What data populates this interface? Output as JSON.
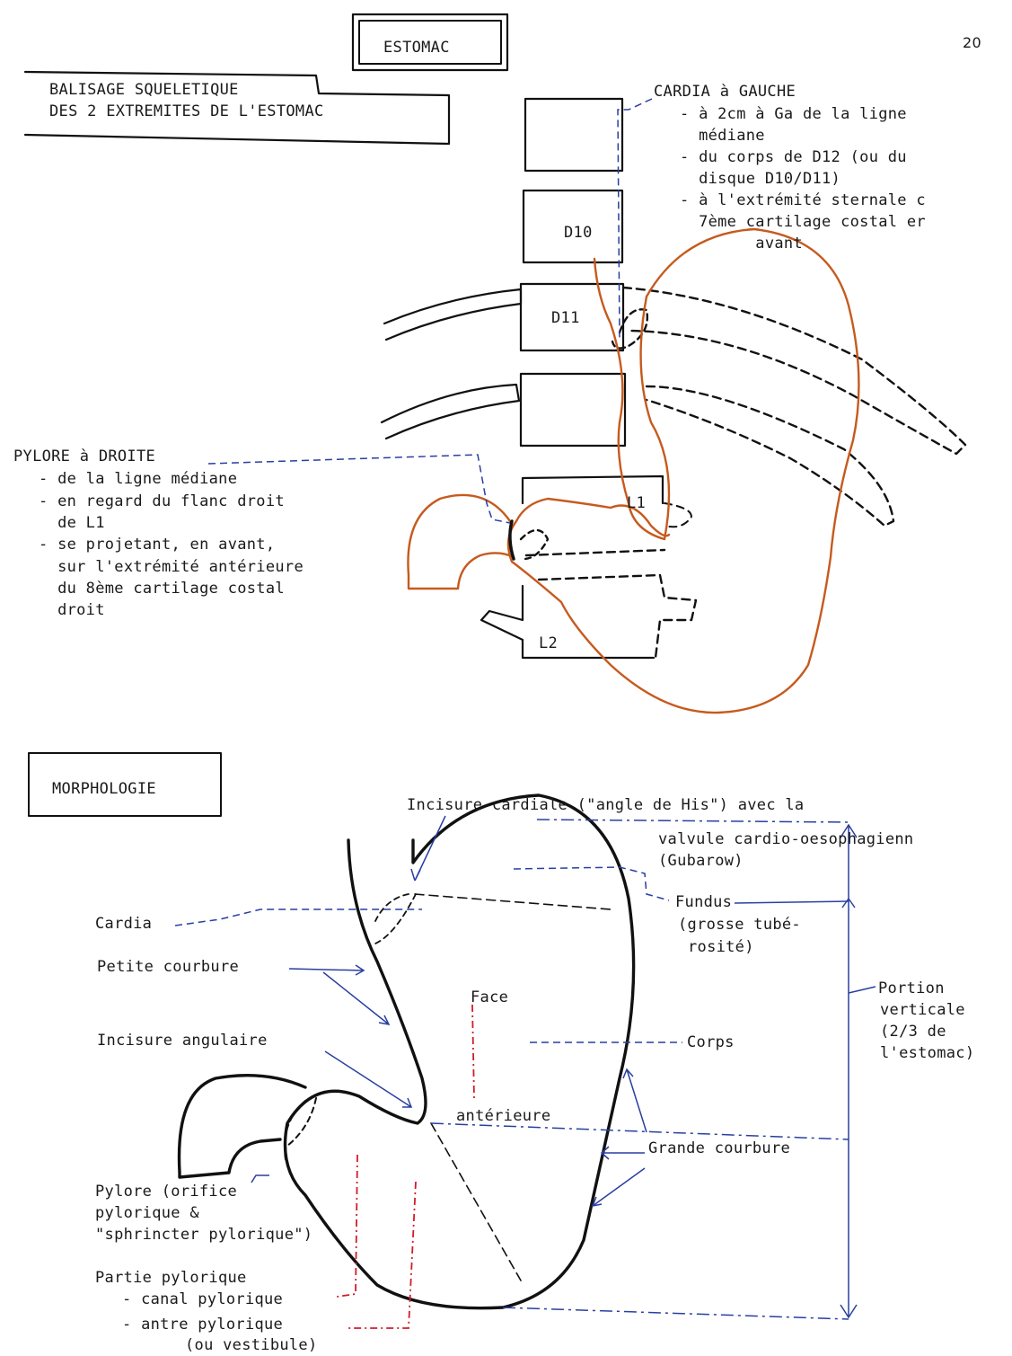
{
  "page_number": "20",
  "title": "ESTOMAC",
  "top_section": {
    "box_line1": "BALISAGE SQUELETIQUE",
    "box_line2": "DES 2 EXTREMITES DE L'ESTOMAC",
    "vertebrae": {
      "d10": "D10",
      "d11": "D11",
      "l1": "L1",
      "l2": "L2"
    },
    "cardia": {
      "heading": "CARDIA à GAUCHE",
      "lines": [
        "- à 2cm à Ga de la ligne",
        "  médiane",
        "- du corps de D12 (ou du",
        "  disque D10/D11)",
        "- à l'extrémité sternale c",
        "  7ème cartilage costal er",
        "        avant"
      ]
    },
    "pylore": {
      "heading": "PYLORE à DROITE",
      "lines": [
        "- de la ligne médiane",
        "- en regard du flanc droit",
        "  de L1",
        "- se projetant, en avant,",
        "  sur l'extrémité antérieure",
        "  du 8ème cartilage costal",
        "  droit"
      ]
    }
  },
  "morphology": {
    "box_title": "MORPHOLOGIE",
    "labels": {
      "incisure_cardiale": "Incisure cardiale (\"angle de His\") avec la",
      "valvule_1": "valvule cardio-oesophagienn",
      "valvule_2": "(Gubarow)",
      "cardia": "Cardia",
      "fundus_1": "Fundus",
      "fundus_2": "(grosse tubé-",
      "fundus_3": "rosité)",
      "petite_courbure": "Petite courbure",
      "face": "Face",
      "anterieure": "antérieure",
      "portion_1": "Portion",
      "portion_2": "verticale",
      "portion_3": "(2/3 de",
      "portion_4": "l'estomac)",
      "incisure_angulaire": "Incisure angulaire",
      "corps": "Corps",
      "grande_courbure": "Grande courbure",
      "pylore_1": "Pylore (orifice",
      "pylore_2": "pylorique &",
      "pylore_3": "\"sphrincter pylorique\")",
      "partie_pylorique": "Partie pylorique",
      "canal": "- canal pylorique",
      "antre": "- antre pylorique",
      "vestibule": "(ou vestibule)"
    }
  },
  "colors": {
    "ink": "#111111",
    "stomach_outline": "#c65a1e",
    "leader_lines": "#2a3fa0",
    "face_markers": "#d21c2a"
  }
}
